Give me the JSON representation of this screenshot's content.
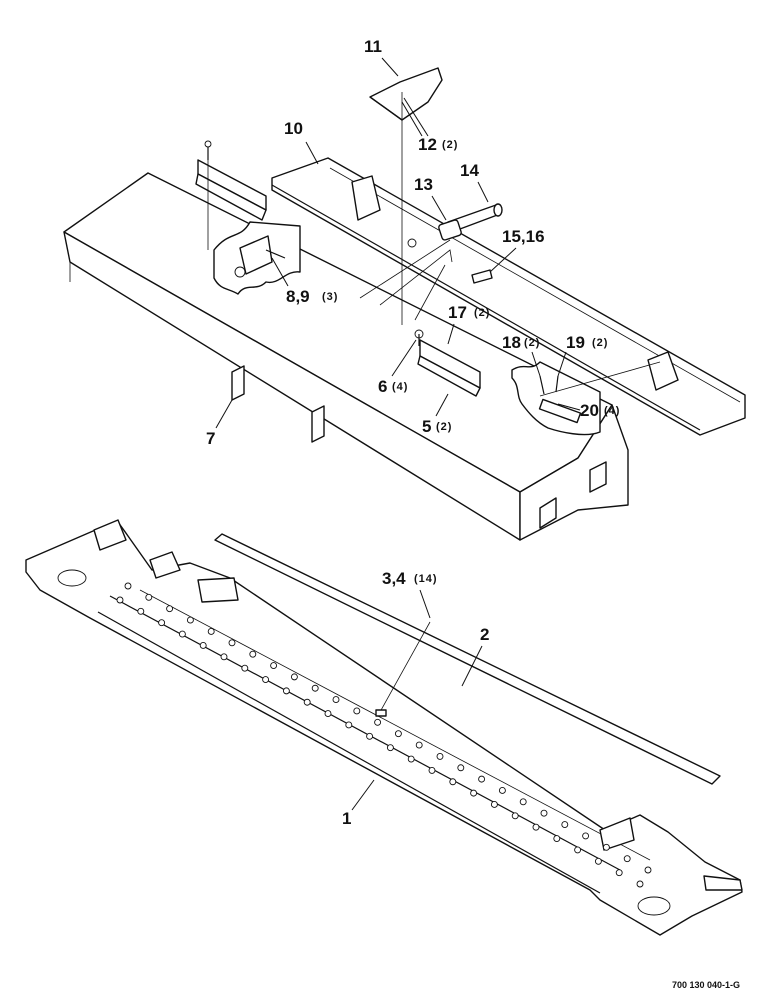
{
  "callouts": {
    "c1": "1",
    "c2": "2",
    "c3": "3,4",
    "c3_qty": "(14)",
    "c5": "5",
    "c5_qty": "(2)",
    "c6": "6",
    "c6_qty": "(4)",
    "c7": "7",
    "c8": "8,9",
    "c8_qty": "(3)",
    "c10": "10",
    "c11": "11",
    "c12": "12",
    "c12_qty": "(2)",
    "c13": "13",
    "c14": "14",
    "c15": "15,16",
    "c17": "17",
    "c17_qty": "(2)",
    "c18": "18",
    "c18_qty": "(2)",
    "c19": "19",
    "c19_qty": "(2)",
    "c20": "20",
    "c20_qty": "(4)"
  },
  "figure_id": "700 130 040-1-G"
}
